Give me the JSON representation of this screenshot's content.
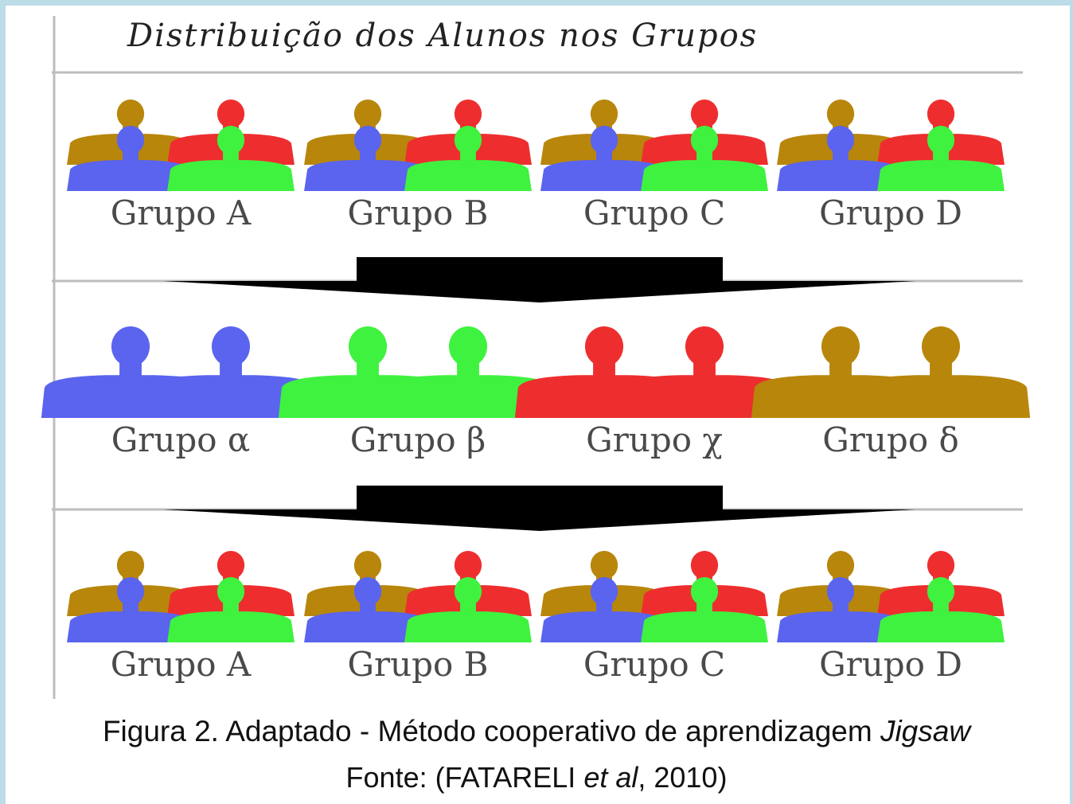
{
  "title": "Distribuição dos Alunos nos Grupos",
  "colors": {
    "blue": "#5a64ee",
    "green": "#3ff23f",
    "red": "#ee2e2e",
    "gold": "#b8860b",
    "frame": "#bcdce8",
    "line": "#bdbdbd",
    "arrow": "#000000"
  },
  "rows": [
    {
      "groups": [
        {
          "label": "Grupo A",
          "people": [
            "gold",
            "red",
            "blue",
            "green"
          ]
        },
        {
          "label": "Grupo B",
          "people": [
            "gold",
            "red",
            "blue",
            "green"
          ]
        },
        {
          "label": "Grupo C",
          "people": [
            "gold",
            "red",
            "blue",
            "green"
          ]
        },
        {
          "label": "Grupo D",
          "people": [
            "gold",
            "red",
            "blue",
            "green"
          ]
        }
      ]
    },
    {
      "groups": [
        {
          "label": "Grupo α",
          "people": [
            "blue",
            "blue"
          ]
        },
        {
          "label": "Grupo β",
          "people": [
            "green",
            "green"
          ]
        },
        {
          "label": "Grupo χ",
          "people": [
            "red",
            "red"
          ]
        },
        {
          "label": "Grupo δ",
          "people": [
            "gold",
            "gold"
          ]
        }
      ]
    },
    {
      "groups": [
        {
          "label": "Grupo A",
          "people": [
            "gold",
            "red",
            "blue",
            "green"
          ]
        },
        {
          "label": "Grupo B",
          "people": [
            "gold",
            "red",
            "blue",
            "green"
          ]
        },
        {
          "label": "Grupo C",
          "people": [
            "gold",
            "red",
            "blue",
            "green"
          ]
        },
        {
          "label": "Grupo D",
          "people": [
            "gold",
            "red",
            "blue",
            "green"
          ]
        }
      ]
    }
  ],
  "caption": {
    "line1_main": "Figura 2. Adaptado - Método cooperativo de aprendizagem ",
    "line1_italic": "Jigsaw",
    "line2_prefix": "Fonte: (FATARELI ",
    "line2_italic": "et al",
    "line2_suffix": ", 2010)"
  }
}
